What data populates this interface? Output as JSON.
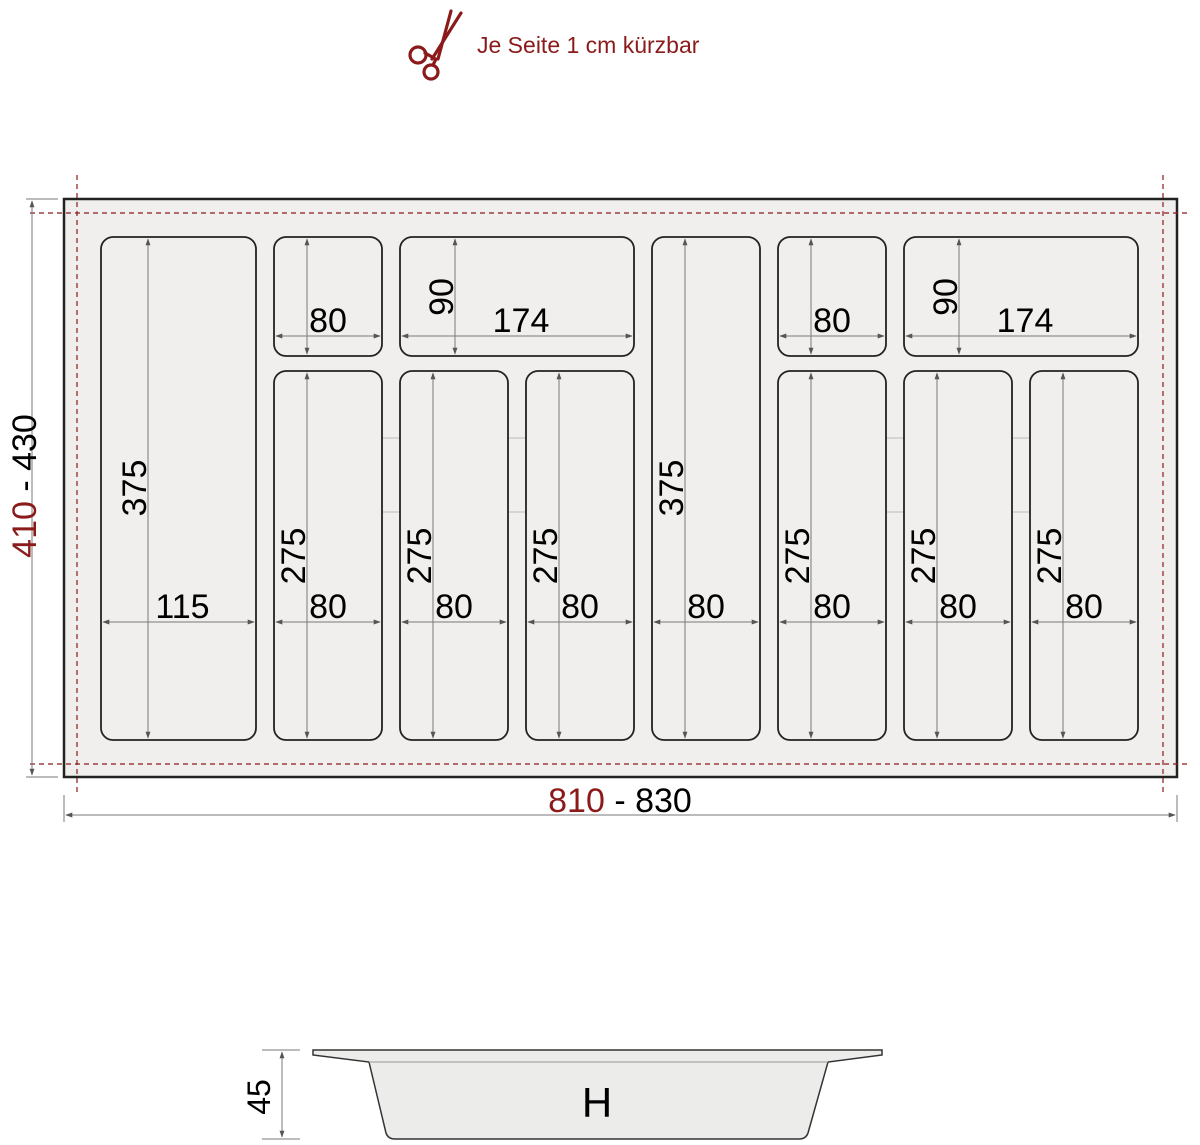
{
  "colors": {
    "accent_red": "#8b1a1a",
    "tray_fill": "#f0efee",
    "outline": "#222222",
    "dim_line": "#7a7a7a"
  },
  "note": {
    "icon": "scissors-icon",
    "text": "Je Seite 1 cm kürzbar"
  },
  "overall": {
    "height_min": "410",
    "height_max": "430",
    "width_min": "810",
    "width_max": "830",
    "separator": "-"
  },
  "compartments": [
    {
      "id": "c1",
      "width": "115",
      "length": "375"
    },
    {
      "id": "c2",
      "width": "80"
    },
    {
      "id": "c3",
      "width": "174",
      "length": "90"
    },
    {
      "id": "c4",
      "width": "80",
      "length": "375"
    },
    {
      "id": "c5",
      "width": "80"
    },
    {
      "id": "c6",
      "width": "174",
      "length": "90"
    },
    {
      "id": "c7",
      "width": "80",
      "length": "275"
    },
    {
      "id": "c8",
      "width": "80",
      "length": "275"
    },
    {
      "id": "c9",
      "width": "80",
      "length": "275"
    },
    {
      "id": "c10",
      "width": "80",
      "length": "275"
    },
    {
      "id": "c11",
      "width": "80",
      "length": "275"
    },
    {
      "id": "c12",
      "width": "80",
      "length": "275"
    }
  ],
  "profile": {
    "height": "45",
    "label": "H"
  }
}
